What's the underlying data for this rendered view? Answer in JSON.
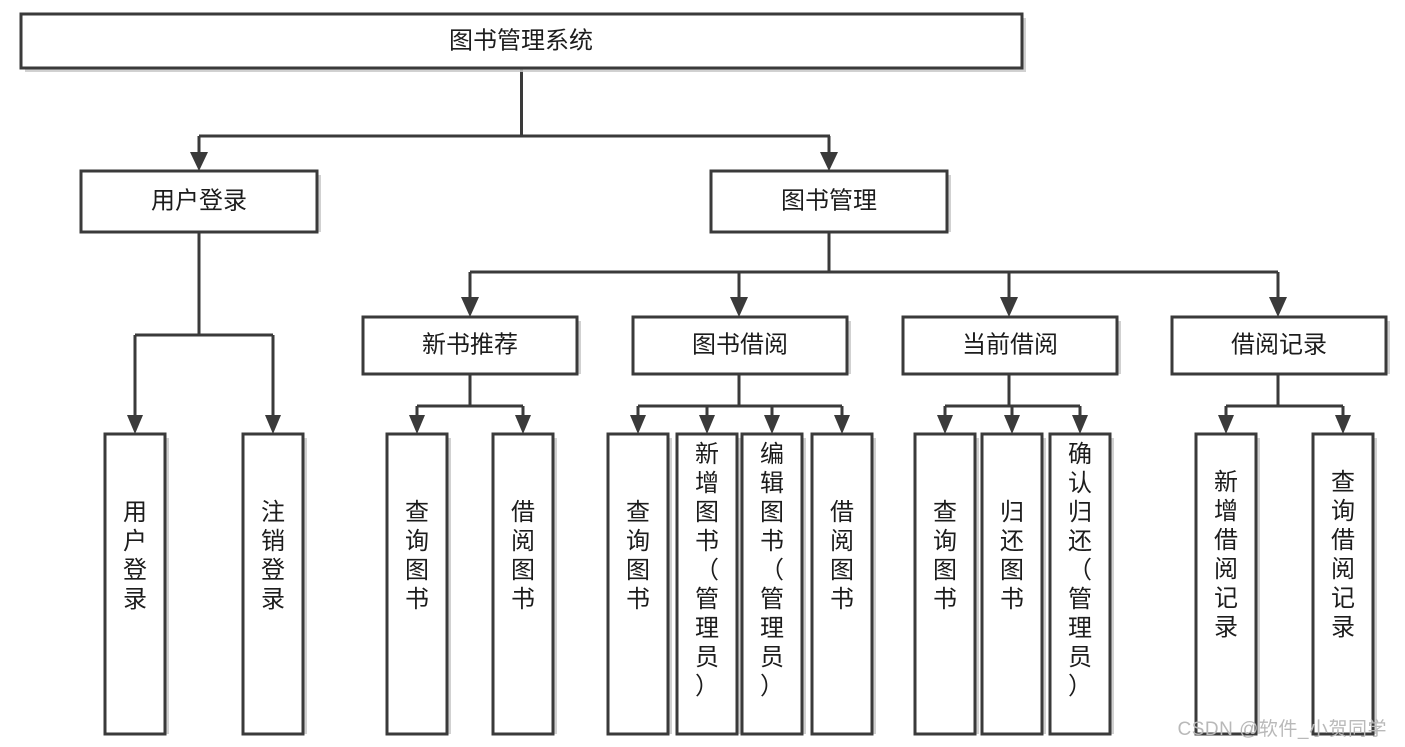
{
  "diagram": {
    "type": "tree-hierarchy",
    "title": "图书管理系统",
    "orientation": "top-down",
    "colors": {
      "box_stroke": "#3a3a3a",
      "box_fill": "#ffffff",
      "connector": "#3a3a3a",
      "text": "#1c1c1c",
      "background": "#ffffff",
      "watermark": "#b9b9b9"
    },
    "nodes": {
      "root": {
        "id": "root",
        "label": "图书管理系统",
        "level": 0,
        "orientation": "horizontal"
      },
      "level1": [
        {
          "id": "user-login",
          "label": "用户登录",
          "level": 1,
          "orientation": "horizontal"
        },
        {
          "id": "book-management",
          "label": "图书管理",
          "level": 1,
          "orientation": "horizontal"
        }
      ],
      "level2": [
        {
          "id": "new-book-recommend",
          "label": "新书推荐",
          "level": 2,
          "orientation": "horizontal",
          "parent": "book-management"
        },
        {
          "id": "book-borrow",
          "label": "图书借阅",
          "level": 2,
          "orientation": "horizontal",
          "parent": "book-management"
        },
        {
          "id": "current-borrow",
          "label": "当前借阅",
          "level": 2,
          "orientation": "horizontal",
          "parent": "book-management"
        },
        {
          "id": "borrow-record",
          "label": "借阅记录",
          "level": 2,
          "orientation": "horizontal",
          "parent": "book-management"
        }
      ],
      "leaves": [
        {
          "id": "leaf-user-login",
          "label": "用户登录",
          "orientation": "vertical",
          "parent": "user-login"
        },
        {
          "id": "leaf-logout",
          "label": "注销登录",
          "orientation": "vertical",
          "parent": "user-login"
        },
        {
          "id": "leaf-query-book-1",
          "label": "查询图书",
          "orientation": "vertical",
          "parent": "new-book-recommend"
        },
        {
          "id": "leaf-borrow-book-1",
          "label": "借阅图书",
          "orientation": "vertical",
          "parent": "new-book-recommend"
        },
        {
          "id": "leaf-query-book-2",
          "label": "查询图书",
          "orientation": "vertical",
          "parent": "book-borrow"
        },
        {
          "id": "leaf-add-book",
          "label": "新增图书（管理员）",
          "orientation": "vertical",
          "parent": "book-borrow"
        },
        {
          "id": "leaf-edit-book",
          "label": "编辑图书（管理员）",
          "orientation": "vertical",
          "parent": "book-borrow"
        },
        {
          "id": "leaf-borrow-book-2",
          "label": "借阅图书",
          "orientation": "vertical",
          "parent": "book-borrow"
        },
        {
          "id": "leaf-query-book-3",
          "label": "查询图书",
          "orientation": "vertical",
          "parent": "current-borrow"
        },
        {
          "id": "leaf-return-book",
          "label": "归还图书",
          "orientation": "vertical",
          "parent": "current-borrow"
        },
        {
          "id": "leaf-confirm-return",
          "label": "确认归还（管理员）",
          "orientation": "vertical",
          "parent": "current-borrow"
        },
        {
          "id": "leaf-add-record",
          "label": "新增借阅记录",
          "orientation": "vertical",
          "parent": "borrow-record"
        },
        {
          "id": "leaf-query-record",
          "label": "查询借阅记录",
          "orientation": "vertical",
          "parent": "borrow-record"
        }
      ]
    }
  },
  "watermark": {
    "text": "CSDN @软件_小贺同学"
  }
}
